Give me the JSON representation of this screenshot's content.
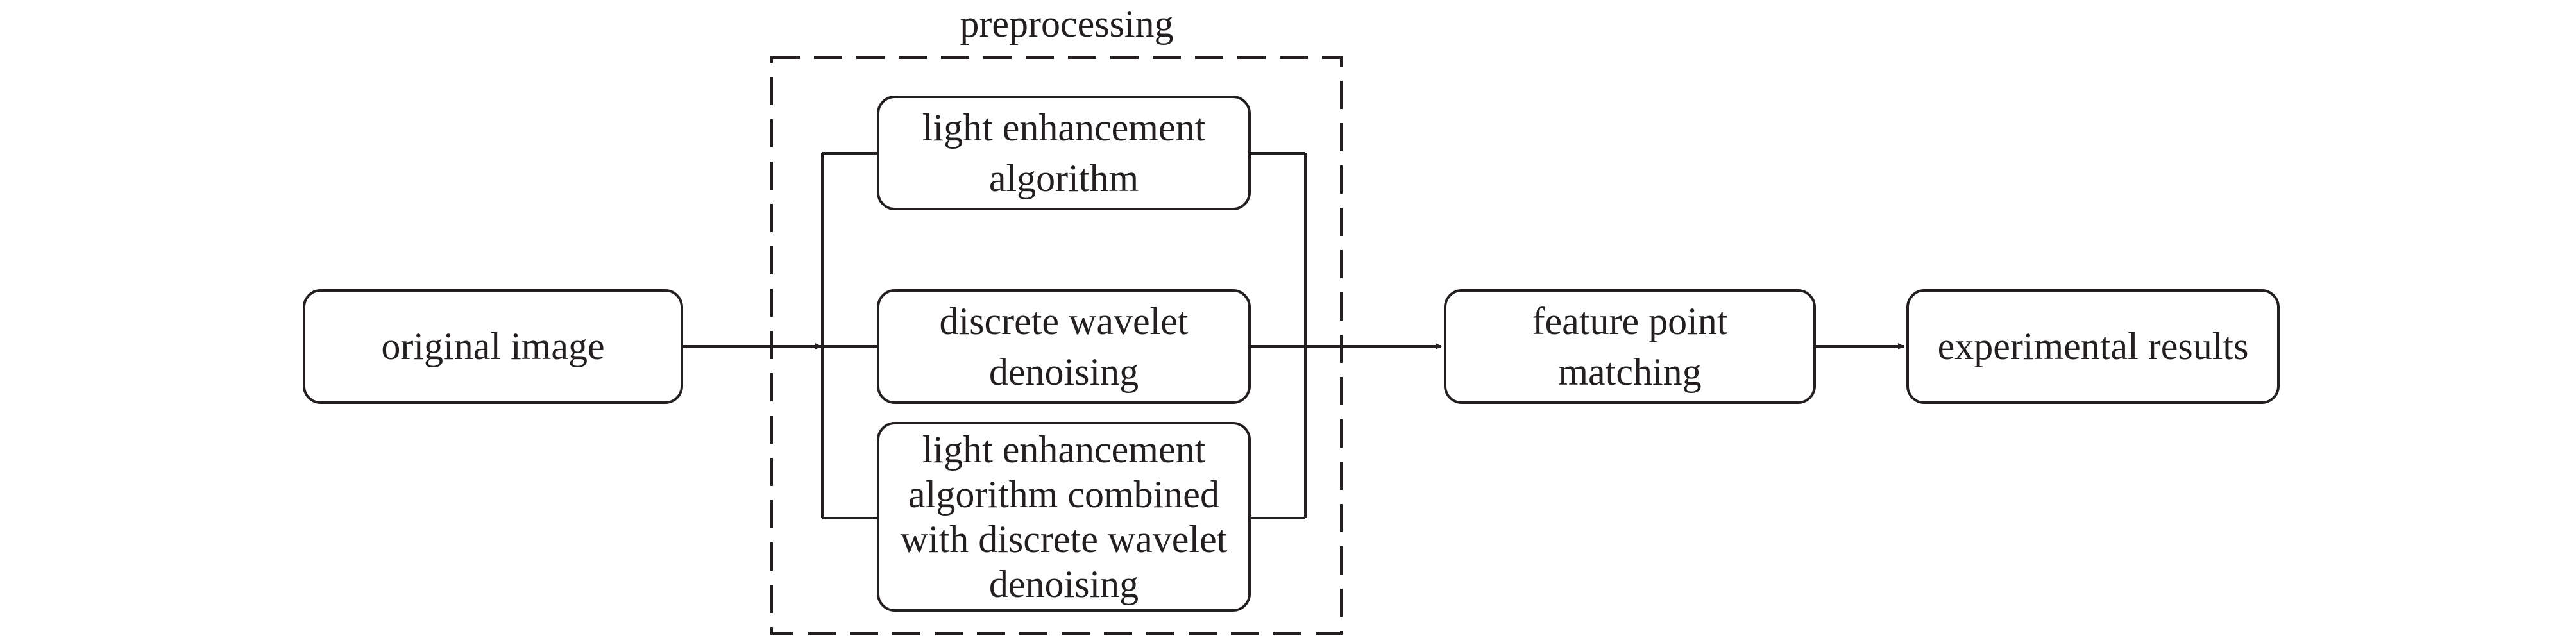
{
  "group": {
    "label": "preprocessing"
  },
  "nodes": {
    "original": {
      "label": "original image"
    },
    "light": {
      "label": "light enhancement algorithm"
    },
    "wavelet": {
      "label": "discrete wavelet denoising"
    },
    "combined": {
      "label": "light enhancement algorithm combined with discrete wavelet denoising"
    },
    "matching": {
      "label": "feature point matching"
    },
    "results": {
      "label": "experimental results"
    }
  },
  "edges": [
    {
      "from": "original",
      "to": "preprocessing"
    },
    {
      "from": "preprocessing",
      "to": "matching"
    },
    {
      "from": "matching",
      "to": "results"
    }
  ],
  "colors": {
    "stroke": "#231f20",
    "background": "#ffffff"
  }
}
